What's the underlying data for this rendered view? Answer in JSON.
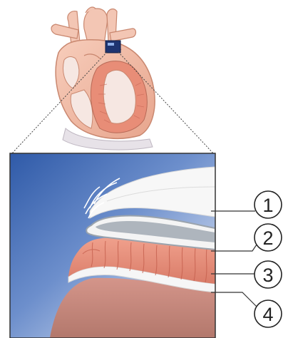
{
  "labels": [
    {
      "id": "label-1",
      "text": "1"
    },
    {
      "id": "label-2",
      "text": "2"
    },
    {
      "id": "label-3",
      "text": "3"
    },
    {
      "id": "label-4",
      "text": "4"
    }
  ],
  "colors": {
    "heart_flesh": "#efb39c",
    "heart_outline": "#c9876f",
    "muscle": "#e78f7a",
    "muscle_stripe": "#c66756",
    "blood_blue": "#3f68b4",
    "membrane": "#f4f4f4",
    "pericardial_space": "#9aa3ad",
    "tissue": "#c98779"
  }
}
